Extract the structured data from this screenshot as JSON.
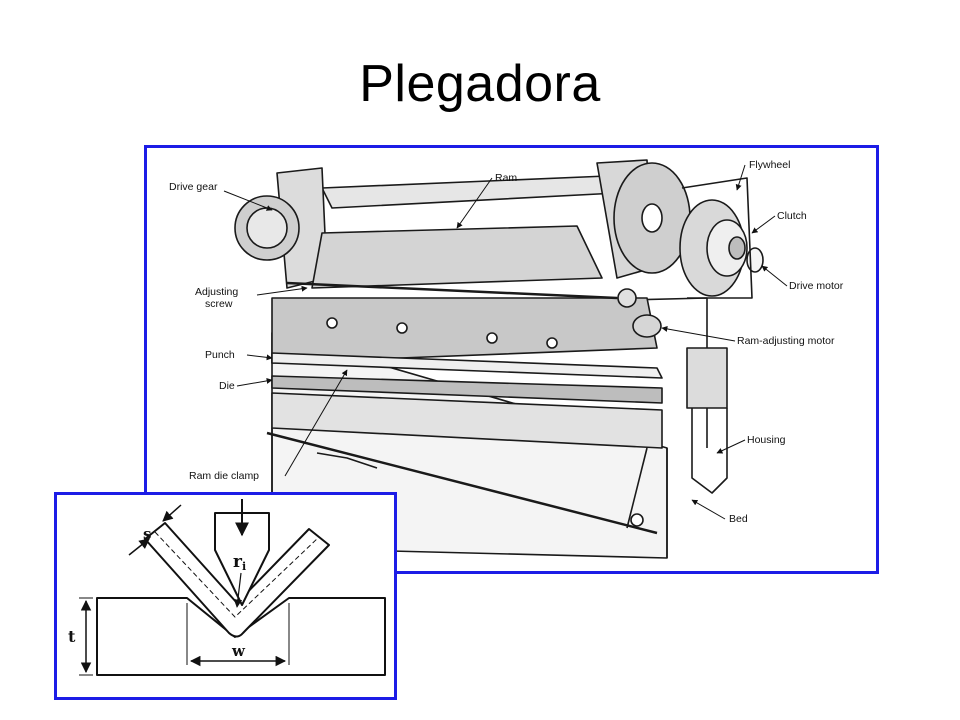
{
  "title": "Plegadora",
  "colors": {
    "frame_border": "#1c1ce6",
    "drawing": "#1a1a1a",
    "shade": "#bdbdbd"
  },
  "press_labels": {
    "drive_gear": "Drive gear",
    "ram": "Ram",
    "flywheel": "Flywheel",
    "clutch": "Clutch",
    "drive_motor": "Drive motor",
    "adjusting_screw_1": "Adjusting",
    "adjusting_screw_2": "screw",
    "punch": "Punch",
    "die": "Die",
    "ram_adjusting_motor": "Ram-adjusting motor",
    "housing": "Housing",
    "ram_die_clamp": "Ram die clamp",
    "bed": "Bed"
  },
  "bend_labels": {
    "s": "s",
    "r": "r",
    "r_sub": "i",
    "t": "t",
    "w": "w"
  }
}
